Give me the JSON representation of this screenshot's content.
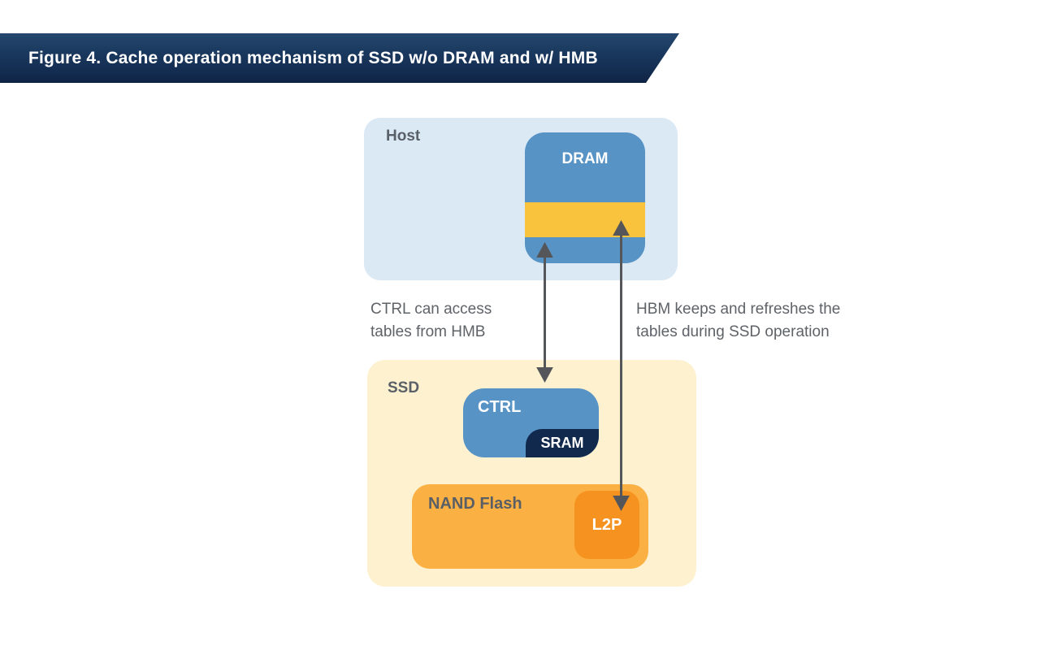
{
  "title_banner": {
    "text": "Figure 4. Cache operation mechanism of SSD w/o DRAM and w/ HMB"
  },
  "host_group": {
    "label": "Host",
    "dram": {
      "label": "DRAM"
    }
  },
  "ssd_group": {
    "label": "SSD",
    "ctrl": {
      "label": "CTRL",
      "sram": {
        "label": "SRAM"
      }
    },
    "nand": {
      "label": "NAND Flash",
      "l2p": {
        "label": "L2P"
      }
    }
  },
  "annotations": {
    "left": {
      "lines": [
        "CTRL can access",
        "tables from HMB"
      ]
    },
    "right": {
      "lines": [
        "HBM keeps and refreshes the",
        "tables during SSD operation"
      ]
    }
  },
  "colors": {
    "banner_navy": "#16345a",
    "banner_text": "#ffffff",
    "host_bg": "#dbe9f5",
    "module_blue": "#5793c5",
    "hmb_yellow": "#f9c33d",
    "ssd_bg": "#fdf1d0",
    "nand_orange": "#fbb043",
    "l2p_orange": "#f6921f",
    "sram_navy": "#12294e",
    "label_gray": "#5a6068",
    "annotation_gray": "#5f6368",
    "arrow_gray": "#55565a"
  }
}
